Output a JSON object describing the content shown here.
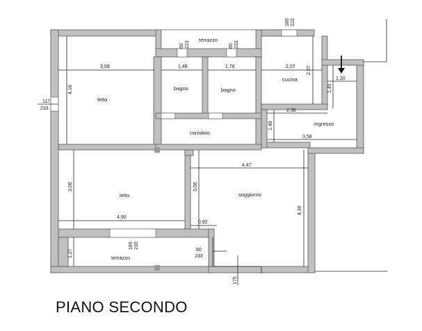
{
  "floor_title": "PIANO SECONDO",
  "colors": {
    "wall": "#c0c0c0",
    "wall_edge": "#555555",
    "line": "#222222",
    "opening": "#ffffff"
  },
  "rooms": {
    "letto_top": "letto",
    "letto_bottom": "letto",
    "bagno_1": "bagno",
    "bagno_2": "bagno",
    "corridoio": "corridoio",
    "cucina": "cucina",
    "ingresso": "ingresso",
    "soggiorno": "soggiorno",
    "terrazzo_top": "terrazzo",
    "terrazzo_bottom": "terrazzo"
  },
  "dimensions": {
    "letto_top_width": "3,59",
    "letto_top_height": "4,18",
    "bagno_1_width": "1,48",
    "bagno_2_width": "1,76",
    "cucina_width": "2,27",
    "cucina_height": "2,57",
    "ingresso_small_width": "1,20",
    "ingresso_small_height": "1,45",
    "passage_width": "2,38",
    "ingresso_height": "1,48",
    "ingresso_width": "3,58",
    "soggiorno_width": "4,47",
    "soggiorno_height_left": "3,06",
    "soggiorno_height_right": "4,39",
    "letto_bottom_width": "4,90",
    "letto_bottom_height": "3,06",
    "step_width": "0,92",
    "terrazzo_height": "1,27",
    "depth_bottom": "175"
  },
  "openings": {
    "left_window_a": "117",
    "left_window_b": "233",
    "bagno1_window_a": "60",
    "bagno1_window_b": "123",
    "bagno2_window_a": "60",
    "bagno2_window_b": "233",
    "cucina_window_a": "180",
    "cucina_window_b": "122",
    "terrazzo_door_a": "180",
    "terrazzo_door_b": "230",
    "soggiorno_door_a": "80",
    "soggiorno_door_b": "233"
  }
}
